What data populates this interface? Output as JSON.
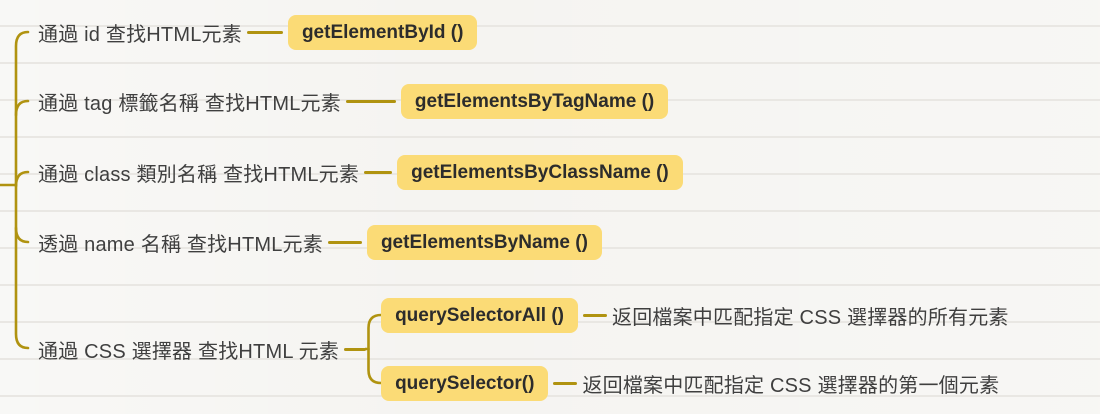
{
  "palette": {
    "background": "#f5f4f1",
    "paper_line": "#e9e7e3",
    "branch_line": "#b09310",
    "node_background": "#fbdb76",
    "node_text": "#2c2c2c",
    "label_text": "#3f3f3f"
  },
  "mindmap": {
    "branches": [
      {
        "label": "通過 id 查找HTML元素",
        "method": "getElementById ()"
      },
      {
        "label": "通過 tag 標籤名稱 查找HTML元素",
        "method": "getElementsByTagName ()"
      },
      {
        "label": "通過 class 類別名稱 查找HTML元素",
        "method": "getElementsByClassName ()"
      },
      {
        "label": "透過 name 名稱 查找HTML元素",
        "method": "getElementsByName ()"
      },
      {
        "label": "通過 CSS 選擇器 查找HTML 元素",
        "children": [
          {
            "method": "querySelectorAll ()",
            "description": "返回檔案中匹配指定 CSS 選擇器的所有元素"
          },
          {
            "method": "querySelector()",
            "description": "返回檔案中匹配指定 CSS 選擇器的第一個元素"
          }
        ]
      }
    ]
  }
}
